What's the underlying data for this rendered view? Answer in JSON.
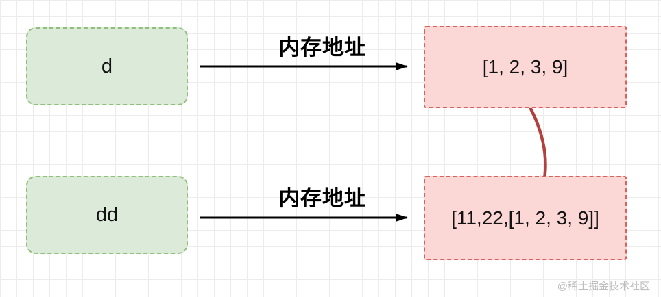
{
  "diagram": {
    "rows": [
      {
        "var_label": "d",
        "arrow_label": "内存地址",
        "value": "[1, 2, 3, 9]"
      },
      {
        "var_label": "dd",
        "arrow_label": "内存地址",
        "value": "[11,22,[1, 2, 3, 9]]"
      }
    ],
    "colors": {
      "grid_line": "#ececec",
      "var_box_fill": "#dcebd9",
      "var_box_border": "#8fbf78",
      "value_box_fill": "#fbd7d5",
      "value_box_border": "#d9625e",
      "arrow": "#000000",
      "reference_arrow": "#b0413e"
    }
  },
  "watermark": "@稀土掘金技术社区"
}
